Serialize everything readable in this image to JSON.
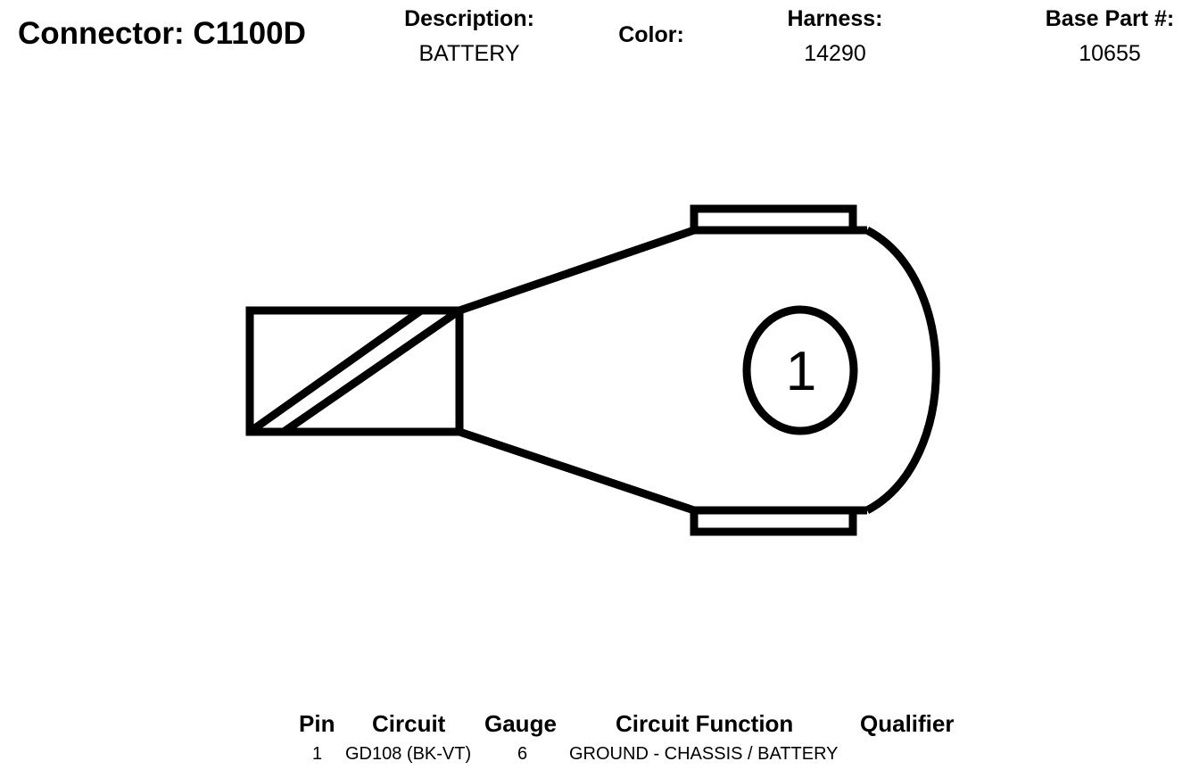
{
  "header": {
    "connector_label": "Connector: C1100D",
    "description_label": "Description:",
    "description_value": "BATTERY",
    "color_label": "Color:",
    "harness_label": "Harness:",
    "harness_value": "14290",
    "base_part_label": "Base Part #:",
    "base_part_value": "10655"
  },
  "diagram": {
    "pin_label": "1"
  },
  "pin_table": {
    "columns": [
      "Pin",
      "Circuit",
      "Gauge",
      "Circuit Function",
      "Qualifier"
    ],
    "rows": [
      {
        "pin": "1",
        "circuit": "GD108 (BK-VT)",
        "gauge": "6",
        "function": "GROUND - CHASSIS / BATTERY",
        "qualifier": ""
      }
    ]
  }
}
